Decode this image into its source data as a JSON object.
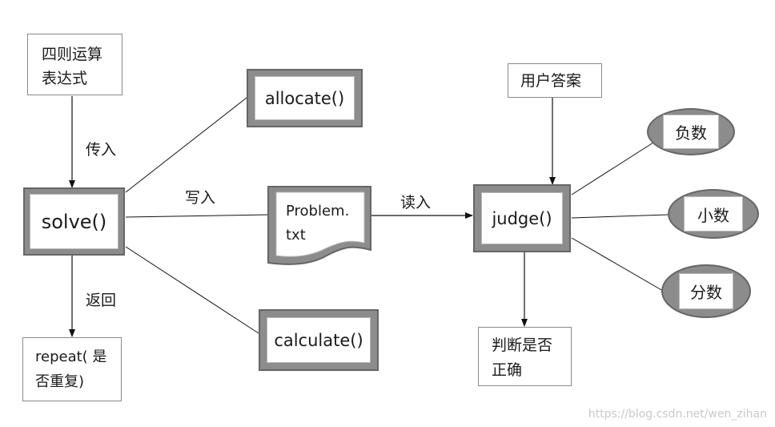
{
  "nodes": {
    "expr": [
      "四则运算",
      "表达式"
    ],
    "solve": "solve()",
    "allocate": "allocate()",
    "problem": [
      "Problem.",
      "txt"
    ],
    "calculate": "calculate()",
    "repeat": [
      "repeat( 是",
      "否重复)"
    ],
    "judge": "judge()",
    "user_answer": "用户答案",
    "negative": "负数",
    "decimal": "小数",
    "fraction": "分数",
    "check": [
      "判断是否",
      "正确"
    ]
  },
  "edges": {
    "pass_in": "传入",
    "write_in": "写入",
    "read_in": "读入",
    "return": "返回"
  },
  "watermark": "https://blog.csdn.net/wen_zihan"
}
